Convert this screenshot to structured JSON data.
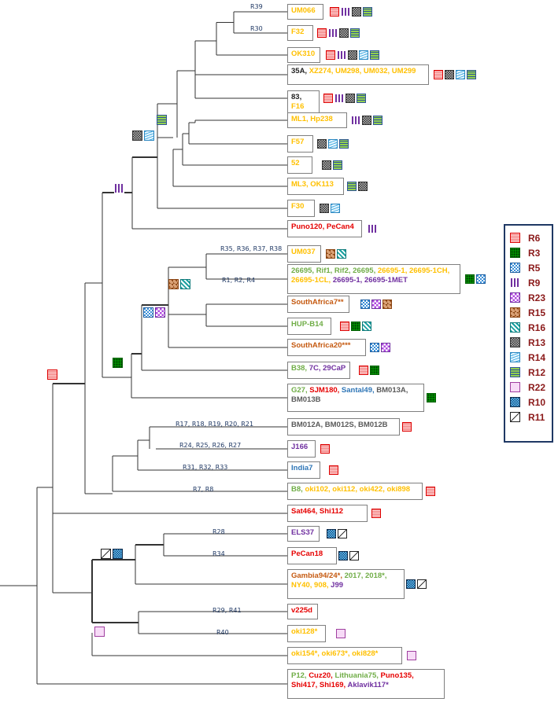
{
  "branch_labels": [
    "R39",
    "R30",
    "R35, R36, R37, R38",
    "R1, R2, R4",
    "R17, R18, R19, R20, R21",
    "R24, R25, R26, R27",
    "R31, R32, R33",
    "R7, R8",
    "R28",
    "R34",
    "R29, R41",
    "R40"
  ],
  "leaves": [
    {
      "parts": [
        {
          "t": "UM066",
          "c": "y"
        }
      ],
      "marks": [
        "R6",
        "R9",
        "R13",
        "R12"
      ]
    },
    {
      "parts": [
        {
          "t": "F32",
          "c": "y"
        }
      ],
      "marks": [
        "R6",
        "R9",
        "R13",
        "R12"
      ]
    },
    {
      "parts": [
        {
          "t": "OK310",
          "c": "y"
        }
      ],
      "marks": [
        "R6",
        "R9",
        "R13",
        "R14",
        "R12"
      ]
    },
    {
      "parts": [
        {
          "t": "35A, ",
          "c": "k"
        },
        {
          "t": "XZ274, UM298, UM032, UM299",
          "c": "y"
        }
      ],
      "marks": [
        "R6",
        "R13",
        "R14",
        "R12"
      ]
    },
    {
      "parts": [
        {
          "t": "83, ",
          "c": "k"
        },
        {
          "t": "F16",
          "c": "y"
        }
      ],
      "marks": [
        "R6",
        "R9",
        "R13",
        "R12"
      ]
    },
    {
      "parts": [
        {
          "t": "ML1, Hp238",
          "c": "y"
        }
      ],
      "marks": [
        "R9",
        "R13",
        "R12"
      ]
    },
    {
      "parts": [
        {
          "t": "F57",
          "c": "y"
        }
      ],
      "marks": [
        "R13",
        "R14",
        "R12"
      ]
    },
    {
      "parts": [
        {
          "t": "52",
          "c": "y"
        }
      ],
      "marks": [
        "R13",
        "R12"
      ]
    },
    {
      "parts": [
        {
          "t": "ML3, OK113",
          "c": "y"
        }
      ],
      "marks": [
        "R12",
        "R13"
      ]
    },
    {
      "parts": [
        {
          "t": "F30",
          "c": "y"
        }
      ],
      "marks": [
        "R13",
        "R14"
      ]
    },
    {
      "parts": [
        {
          "t": "Puno120, PeCan4",
          "c": "r"
        }
      ],
      "marks": [
        "R9"
      ]
    },
    {
      "parts": [
        {
          "t": "UM037",
          "c": "y"
        }
      ],
      "marks": [
        "R15",
        "R16"
      ]
    },
    {
      "parts": [
        {
          "t": "26695, Rif1, Rif2, 26695, ",
          "c": "g"
        },
        {
          "t": "26695-1, 26695-1CH, 26695-1CL, ",
          "c": "y"
        },
        {
          "t": "26695-1, 26695-1MET",
          "c": "p"
        }
      ],
      "marks": [
        "R3",
        "R5"
      ]
    },
    {
      "parts": [
        {
          "t": "SouthAfrica7**",
          "c": "o"
        }
      ],
      "marks": [
        "R5",
        "R23",
        "R15"
      ]
    },
    {
      "parts": [
        {
          "t": "HUP-B14",
          "c": "g"
        }
      ],
      "marks": [
        "R6",
        "R3",
        "R16"
      ]
    },
    {
      "parts": [
        {
          "t": "SouthAfrica20***",
          "c": "o"
        }
      ],
      "marks": [
        "R5",
        "R23"
      ]
    },
    {
      "parts": [
        {
          "t": "B38, ",
          "c": "g"
        },
        {
          "t": "7C, 29CaP",
          "c": "p"
        }
      ],
      "marks": [
        "R6",
        "R3"
      ]
    },
    {
      "parts": [
        {
          "t": "G27, ",
          "c": "g"
        },
        {
          "t": "SJM180, ",
          "c": "r"
        },
        {
          "t": "Santal49, ",
          "c": "b"
        },
        {
          "t": "BM013A, BM013B",
          "c": "gy"
        }
      ],
      "marks": [
        "R3"
      ]
    },
    {
      "parts": [
        {
          "t": "BM012A, BM012S, BM012B",
          "c": "gy"
        }
      ],
      "marks": [
        "R6"
      ]
    },
    {
      "parts": [
        {
          "t": "J166",
          "c": "p"
        }
      ],
      "marks": [
        "R6"
      ]
    },
    {
      "parts": [
        {
          "t": "India7",
          "c": "b"
        }
      ],
      "marks": [
        "R6"
      ]
    },
    {
      "parts": [
        {
          "t": "B8, ",
          "c": "g"
        },
        {
          "t": "oki102, oki112, oki422, oki898",
          "c": "y"
        }
      ],
      "marks": [
        "R6"
      ]
    },
    {
      "parts": [
        {
          "t": "Sat464, Shi112",
          "c": "r"
        }
      ],
      "marks": [
        "R6"
      ]
    },
    {
      "parts": [
        {
          "t": "ELS37",
          "c": "p"
        }
      ],
      "marks": [
        "R10",
        "R11"
      ]
    },
    {
      "parts": [
        {
          "t": "PeCan18",
          "c": "r"
        }
      ],
      "marks": [
        "R10",
        "R11"
      ]
    },
    {
      "parts": [
        {
          "t": "Gambia94/24*, ",
          "c": "o"
        },
        {
          "t": "2017, 2018*, ",
          "c": "g"
        },
        {
          "t": "NY40, 908, ",
          "c": "y"
        },
        {
          "t": "J99",
          "c": "p"
        }
      ],
      "marks": [
        "R10",
        "R11"
      ]
    },
    {
      "parts": [
        {
          "t": "v225d",
          "c": "r"
        }
      ],
      "marks": []
    },
    {
      "parts": [
        {
          "t": "oki128*",
          "c": "y"
        }
      ],
      "marks": [
        "R22"
      ]
    },
    {
      "parts": [
        {
          "t": "oki154*, oki673*, oki828*",
          "c": "y"
        }
      ],
      "marks": [
        "R22"
      ]
    },
    {
      "parts": [
        {
          "t": "P12, ",
          "c": "g"
        },
        {
          "t": "Cuz20, ",
          "c": "r"
        },
        {
          "t": "Lithuania75, ",
          "c": "g"
        },
        {
          "t": "Puno135, ",
          "c": "r"
        },
        {
          "t": "Shi417, Shi169, ",
          "c": "r"
        },
        {
          "t": "Aklavik117*",
          "c": "p"
        }
      ],
      "marks": []
    }
  ],
  "node_marks": [
    [
      "R12"
    ],
    [
      "R13",
      "R14"
    ],
    [
      "R9"
    ],
    [
      "R15",
      "R16"
    ],
    [
      "R5",
      "R23"
    ],
    [
      "R3"
    ],
    [
      "R6"
    ],
    [
      "R11",
      "R10"
    ],
    [
      "R22"
    ]
  ],
  "legend": [
    "R6",
    "R3",
    "R5",
    "R9",
    "R23",
    "R15",
    "R16",
    "R13",
    "R14",
    "R12",
    "R22",
    "R10",
    "R11"
  ],
  "colors": {
    "branch": "#333333",
    "legend_border": "#1f3864",
    "legend_text": "#8b1a1a",
    "branch_label": "#1f3864"
  }
}
